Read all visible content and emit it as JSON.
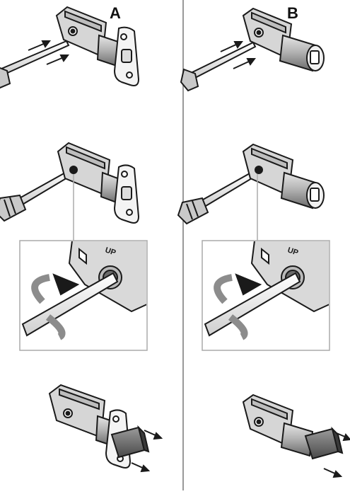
{
  "panels": {
    "left": {
      "label": "A"
    },
    "right": {
      "label": "B"
    }
  },
  "callout_text": "UP",
  "colors": {
    "outline": "#1a1a1a",
    "metal_light": "#d4d4d4",
    "metal_mid": "#a8a8a8",
    "metal_dark": "#6e6e6e",
    "divider": "#999999",
    "callout_border": "#aaaaaa",
    "arrow_curve": "#8c8c8c",
    "arrow_curve_dark": "#333333"
  }
}
